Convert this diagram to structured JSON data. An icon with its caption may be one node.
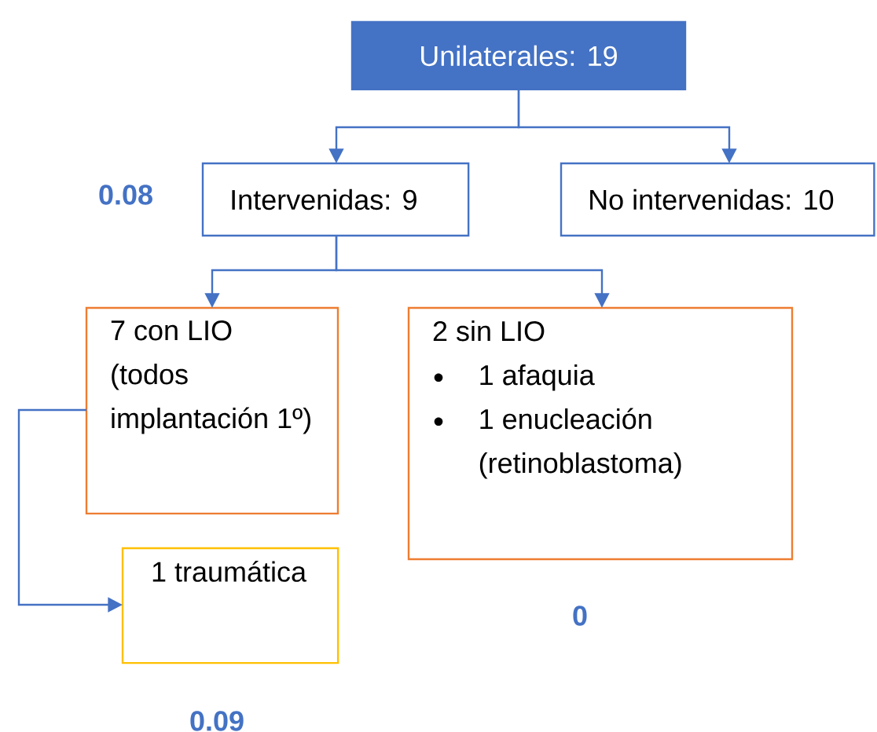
{
  "diagram": {
    "nodes": [
      {
        "text": [
          "Unilaterales: 19"
        ]
      },
      {
        "text": [
          "Intervenidas: 9"
        ]
      },
      {
        "text": [
          "No intervenidas: 10"
        ]
      },
      {
        "text": [
          "7 con LIO (todos implantación 1º)"
        ]
      },
      {
        "text": [
          "2 sin LIO",
          "1 afaquia",
          "1 enucleación (retinoblastoma)"
        ]
      },
      {
        "text": [
          "1 traumática"
        ]
      }
    ],
    "edges": [
      {
        "from": 0,
        "to": 1,
        "arrow": "to"
      },
      {
        "from": 0,
        "to": 2,
        "arrow": "to"
      },
      {
        "from": 1,
        "to": 3,
        "arrow": "to"
      },
      {
        "from": 1,
        "to": 4,
        "arrow": "to"
      },
      {
        "from": 3,
        "to": 5,
        "arrow": "to"
      }
    ],
    "labels": [
      "0.08",
      "0",
      "0.09"
    ]
  }
}
